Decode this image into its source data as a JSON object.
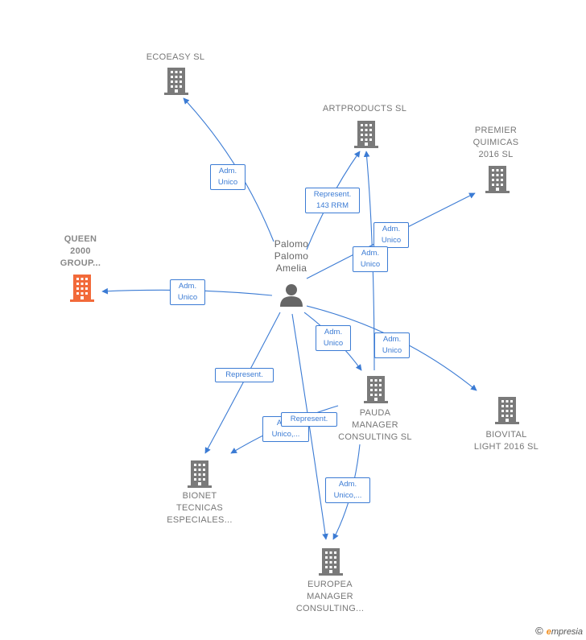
{
  "center": {
    "label": "Palomo\nPalomo\nAmelia"
  },
  "nodes": [
    {
      "id": "ecoeasy",
      "label": "ECOEASY  SL"
    },
    {
      "id": "artproducts",
      "label": "ARTPRODUCTS SL"
    },
    {
      "id": "premier",
      "label": "PREMIER\nQUIMICAS\n2016  SL"
    },
    {
      "id": "queen",
      "label": "QUEEN\n2000\nGROUP..."
    },
    {
      "id": "pauda",
      "label": "PAUDA\nMANAGER\nCONSULTING SL"
    },
    {
      "id": "biovital",
      "label": "BIOVITAL\nLIGHT 2016  SL"
    },
    {
      "id": "bionet",
      "label": "BIONET\nTECNICAS\nESPECIALES..."
    },
    {
      "id": "europea",
      "label": "EUROPEA\nMANAGER\nCONSULTING..."
    }
  ],
  "edge_labels": [
    {
      "id": "e-ecoeasy",
      "text": "Adm.\nUnico"
    },
    {
      "id": "e-art-rep",
      "text": "Represent.\n143 RRM"
    },
    {
      "id": "e-premier",
      "text": "Adm.\nUnico"
    },
    {
      "id": "e-art-adm",
      "text": "Adm.\nUnico"
    },
    {
      "id": "e-queen",
      "text": "Adm.\nUnico"
    },
    {
      "id": "e-pauda",
      "text": "Adm.\nUnico"
    },
    {
      "id": "e-biovital",
      "text": "Adm.\nUnico"
    },
    {
      "id": "e-bionet-rep",
      "text": "Represent."
    },
    {
      "id": "e-bionet-adm",
      "text": "Adm.\nUnico,..."
    },
    {
      "id": "e-europea-rep",
      "text": "Represent."
    },
    {
      "id": "e-europea-adm",
      "text": "Adm.\nUnico,..."
    }
  ],
  "colors": {
    "edge": "#3b7bd4",
    "building": "#7a7a7a",
    "building_highlight": "#f26a3a",
    "person": "#666666"
  },
  "footer": {
    "copyright": "©",
    "brand_e": "e",
    "brand_rest": "mpresia"
  }
}
